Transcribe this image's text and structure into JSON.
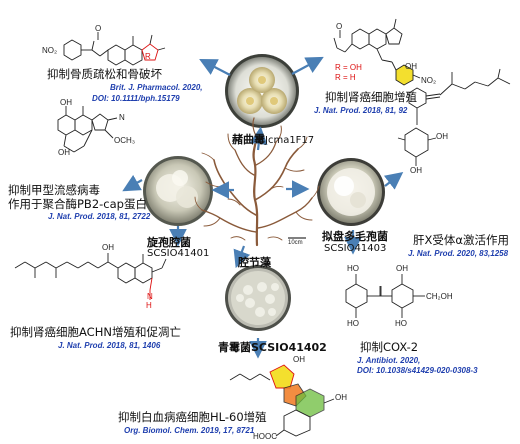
{
  "center": {
    "name": "腔节藻",
    "scale": "10cm"
  },
  "fungi": [
    {
      "name": "赭曲霉",
      "code": "Jcma1F17"
    },
    {
      "name": "旋孢腔菌",
      "code": "SCSIO41401"
    },
    {
      "name": "拟盘多毛孢菌",
      "code": "SCSIO41403"
    },
    {
      "name": "青霉菌",
      "code": "SCSIO41402"
    }
  ],
  "activities": [
    {
      "text": "抑制骨质疏松和骨破坏",
      "ref1": "Brit. J. Pharmacol. 2020,",
      "ref2": "DOI: 10.1111/bph.15179"
    },
    {
      "text": "抑制肾癌细胞增殖",
      "ref1": "J. Nat. Prod. 2018, 81, 92"
    },
    {
      "text": "抑制甲型流感病毒",
      "text2": "作用于聚合酶PB2-cap蛋白",
      "ref1": "J. Nat. Prod. 2018, 81, 2722"
    },
    {
      "text": "肝X受体α激活作用",
      "ref1": "J. Nat. Prod. 2020, 83,1258"
    },
    {
      "text": "抑制肾癌细胞ACHN增殖和促凋亡",
      "ref1": "J. Nat. Prod. 2018, 81, 1406"
    },
    {
      "text": "抑制COX-2",
      "ref1": "J. Antibiot. 2020,",
      "ref2": "DOI: 10.1038/s41429-020-0308-3"
    },
    {
      "text": "抑制白血病癌细胞HL-60增殖",
      "ref1": "Org. Biomol. Chem. 2019, 17, 8721"
    }
  ],
  "labels": {
    "no2": "NO₂",
    "no2b": "NO₂",
    "r_oh": "R = OH",
    "r_h": "R = H",
    "r_mark": "R",
    "oh_top": "OH",
    "n_me": "N",
    "och3": "OCH₃",
    "oh_mid": "OH",
    "oh_left": "OH",
    "n_left": "N",
    "h_left": "H",
    "oh_r1": "OH",
    "oh_r2": "OH",
    "oh_r3": "OH",
    "ho_a": "HO",
    "ho_b": "HO",
    "oh_c": "OH",
    "ch2oh": "CH₂OH",
    "ho_c": "HO",
    "oh_d": "OH",
    "oh_e": "OH",
    "cooh": "HOOC",
    "carbonyl_o": "O"
  },
  "colors": {
    "arrow": "#4a7fb5",
    "citation": "#1f3fae",
    "alga": "#8a5a3a",
    "highlight_red": "#d11",
    "highlight_orange": "#f07a20",
    "highlight_yellow": "#f3df2e",
    "highlight_green": "#6bbd3c"
  }
}
